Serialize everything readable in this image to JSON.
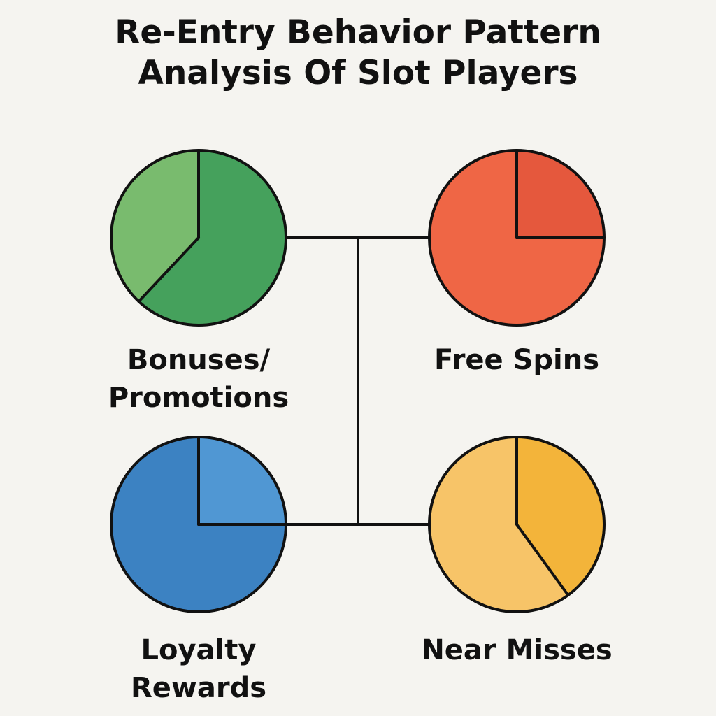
{
  "title_lines": [
    "Re-Entry Behavior Pattern",
    "Analysis Of Slot Players"
  ],
  "chart_data": [
    {
      "type": "pie",
      "position": "top-left",
      "label_lines": [
        "Bonuses/",
        "Promotions"
      ],
      "slices": [
        {
          "fraction": 0.38,
          "color": "#79bb6e"
        },
        {
          "fraction": 0.62,
          "color": "#45a15c"
        }
      ]
    },
    {
      "type": "pie",
      "position": "top-right",
      "label_lines": [
        "Free Spins"
      ],
      "slices": [
        {
          "fraction": 0.25,
          "color": "#e5583d"
        },
        {
          "fraction": 0.75,
          "color": "#ef6645"
        }
      ]
    },
    {
      "type": "pie",
      "position": "bottom-left",
      "label_lines": [
        "Loyalty",
        "Rewards"
      ],
      "slices": [
        {
          "fraction": 0.25,
          "color": "#5097d3"
        },
        {
          "fraction": 0.75,
          "color": "#3c82c2"
        }
      ]
    },
    {
      "type": "pie",
      "position": "bottom-right",
      "label_lines": [
        "Near Misses"
      ],
      "slices": [
        {
          "fraction": 0.6,
          "color": "#f7c468"
        },
        {
          "fraction": 0.4,
          "color": "#f3b43a"
        }
      ]
    }
  ],
  "colors": {
    "background": "#f5f4f0",
    "outline": "#111111"
  }
}
